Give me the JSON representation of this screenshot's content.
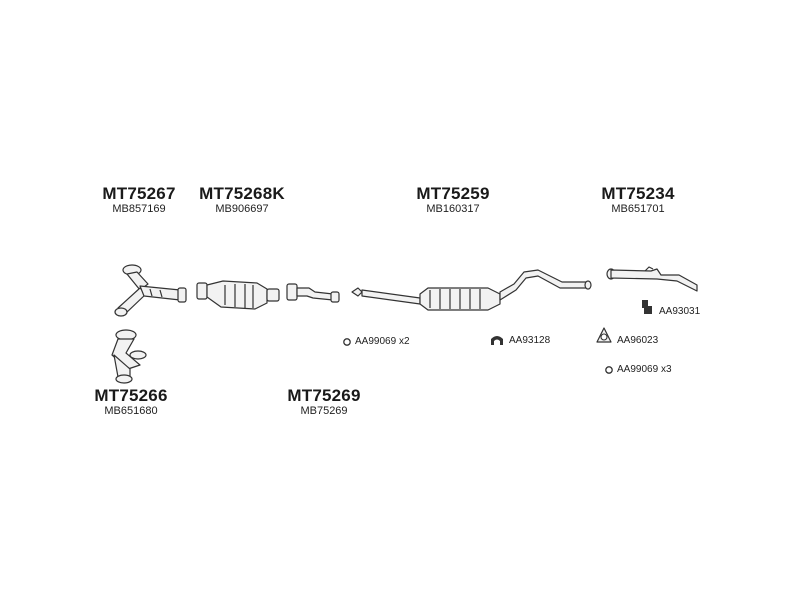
{
  "parts": {
    "p75267": {
      "code": "MT75267",
      "ref": "MB857169"
    },
    "p75268k": {
      "code": "MT75268K",
      "ref": "MB906697"
    },
    "p75259": {
      "code": "MT75259",
      "ref": "MB160317"
    },
    "p75234": {
      "code": "MT75234",
      "ref": "MB651701"
    },
    "p75266": {
      "code": "MT75266",
      "ref": "MB651680"
    },
    "p75269": {
      "code": "MT75269",
      "ref": "MB75269"
    }
  },
  "accessories": {
    "gasket_a": {
      "code": "AA99069",
      "qty": "x2",
      "icon": "ring-gasket-icon"
    },
    "hanger_a": {
      "code": "AA93128",
      "icon": "rubber-hanger-icon"
    },
    "bracket": {
      "code": "AA93031",
      "icon": "bracket-icon"
    },
    "flange": {
      "code": "AA96023",
      "icon": "flange-gasket-icon"
    },
    "gasket_b": {
      "code": "AA99069",
      "qty": "x3",
      "icon": "ring-gasket-icon"
    }
  },
  "colors": {
    "line": "#333333",
    "fill": "#f2f2f2",
    "shade": "#bdbdbd"
  }
}
